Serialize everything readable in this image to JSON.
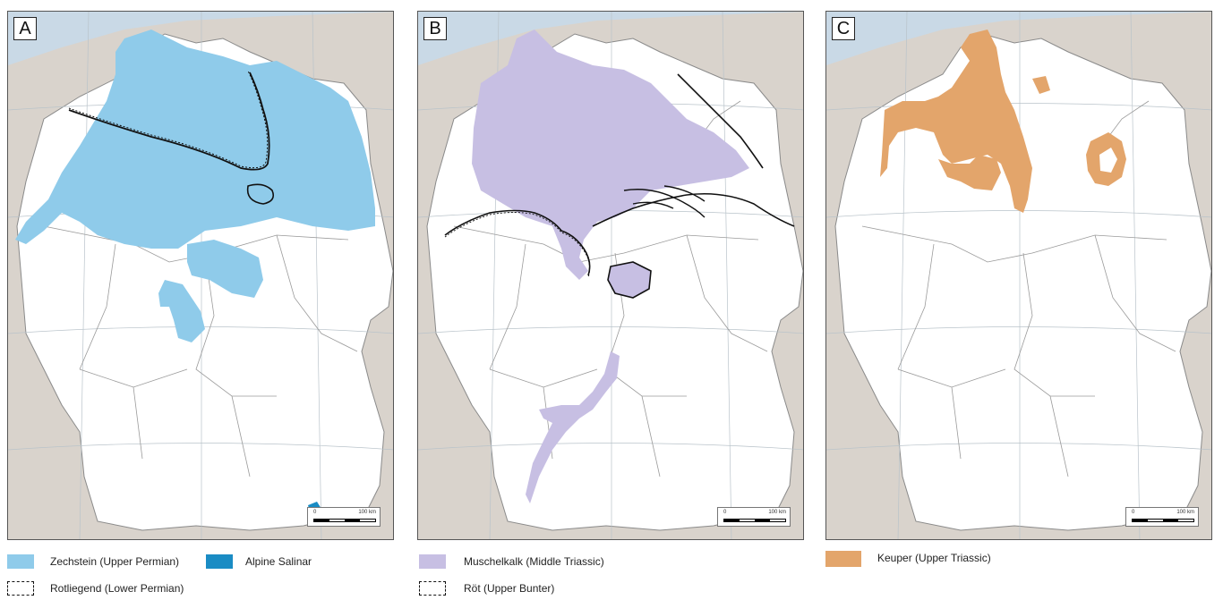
{
  "colors": {
    "sea": "#c9d9e6",
    "land_neighbor": "#d9d3cc",
    "germany": "#ffffff",
    "zechstein": "#8fcbea",
    "alpine_salinar": "#1a8cc4",
    "muschelkalk": "#c7bfe3",
    "keuper": "#e3a56b",
    "boundary": "#111111"
  },
  "panels": [
    {
      "label": "A",
      "scale_zero": "0",
      "scale_distance": "100 km"
    },
    {
      "label": "B",
      "scale_zero": "0",
      "scale_distance": "100 km"
    },
    {
      "label": "C",
      "scale_zero": "0",
      "scale_distance": "100 km"
    }
  ],
  "legend": {
    "zechstein": "Zechstein (Upper Permian)",
    "alpine_salinar": "Alpine Salinar",
    "rotliegend": "Rotliegend (Lower Permian)",
    "muschelkalk": "Muschelkalk (Middle Triassic)",
    "roet": "Röt (Upper Bunter)",
    "keuper": "Keuper (Upper Triassic)"
  }
}
